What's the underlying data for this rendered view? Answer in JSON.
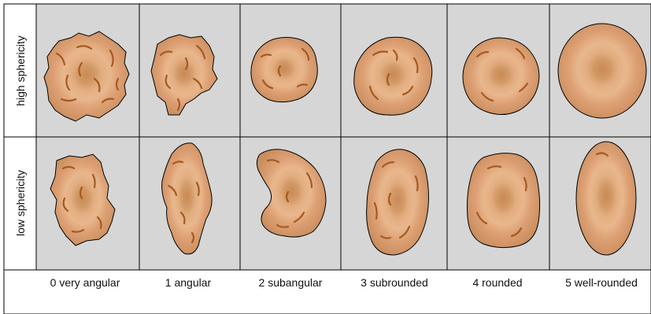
{
  "rows": [
    {
      "label": "high sphericity"
    },
    {
      "label": "low sphericity"
    }
  ],
  "columns": [
    {
      "label": "0 very angular"
    },
    {
      "label": "1 angular"
    },
    {
      "label": "2 subangular"
    },
    {
      "label": "3 subrounded"
    },
    {
      "label": "4 rounded"
    },
    {
      "label": "5 well-rounded"
    }
  ],
  "colors": {
    "panel_background": "#d6d6d6",
    "grain_outer": "#c98e5f",
    "grain_inner": "#e7b48a",
    "grain_core": "#c98a55",
    "crack": "#a55a20",
    "outline": "#000000"
  }
}
